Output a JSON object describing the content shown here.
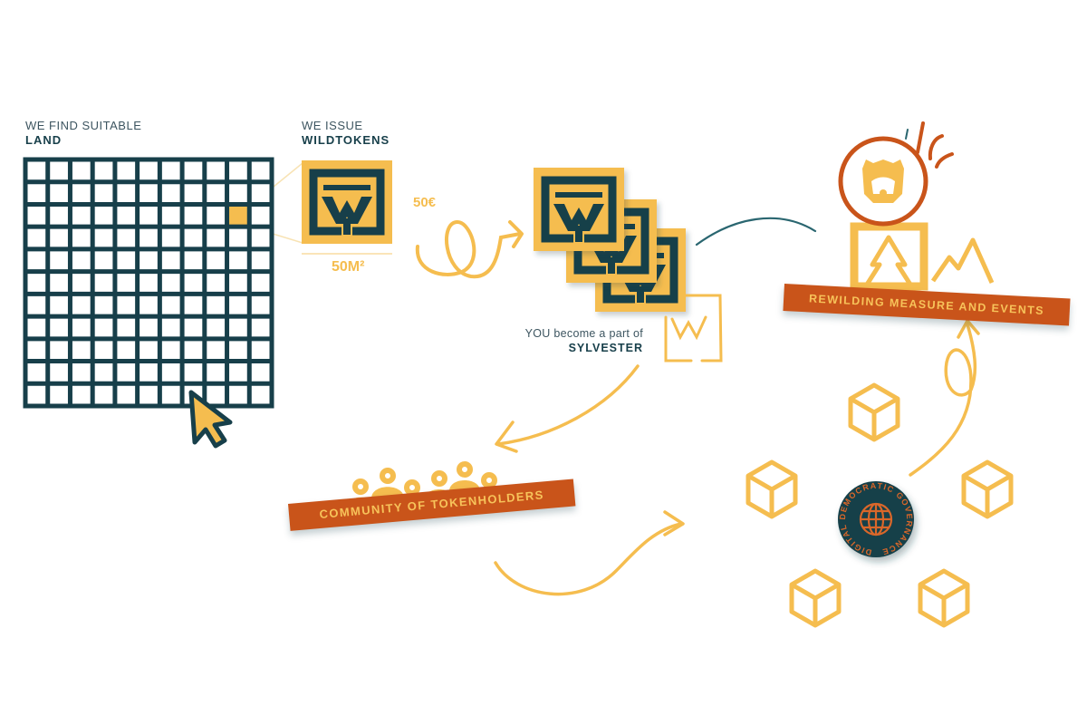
{
  "colors": {
    "dark_teal": "#173f4a",
    "yellow": "#f5bd4f",
    "orange": "#c9541a",
    "background": "#ffffff"
  },
  "steps": {
    "land": {
      "line1": "WE FIND SUITABLE",
      "line2": "LAND",
      "grid": {
        "rows": 11,
        "cols": 11,
        "highlight_row": 3,
        "highlight_col": 10
      }
    },
    "tokens": {
      "line1": "WE ISSUE",
      "line2": "WILDTOKENS",
      "area": "50M²",
      "price": "50€"
    },
    "ownership": {
      "line1": "YOU become a part of",
      "line2": "SYLVESTER"
    },
    "community": {
      "banner": "COMMUNITY OF TOKENHOLDERS"
    },
    "governance": {
      "badge_text": "DIGITAL DEMOCRATIC GOVERNANCE",
      "block_count": 5
    },
    "rewilding": {
      "banner": "REWILDING MEASURE AND EVENTS"
    }
  },
  "icons": [
    "grid-icon",
    "cursor-icon",
    "wildtoken-icon",
    "token-stack-icon",
    "people-icon",
    "globe-icon",
    "blockchain-cube-icon",
    "bear-icon",
    "tree-icon",
    "mountain-icon"
  ]
}
